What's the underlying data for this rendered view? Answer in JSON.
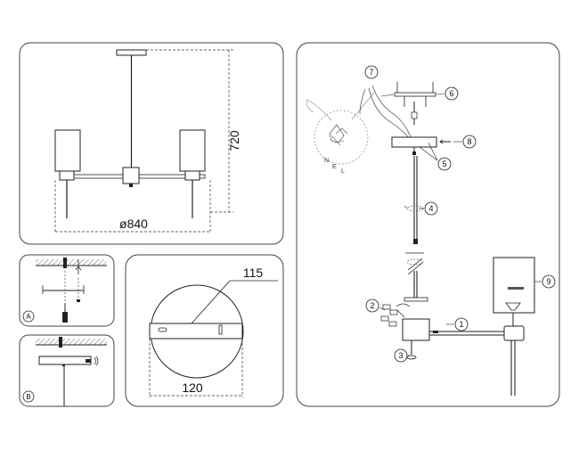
{
  "dimensions": {
    "overall_width": "ø840",
    "overall_height": "720",
    "plate_diameter": "120",
    "plate_depth": "115"
  },
  "step_labels": {
    "a": "A",
    "b": "B"
  },
  "callouts": [
    {
      "number": "1"
    },
    {
      "number": "2"
    },
    {
      "number": "3"
    },
    {
      "number": "4"
    },
    {
      "number": "5"
    },
    {
      "number": "6"
    },
    {
      "number": "7"
    },
    {
      "number": "8"
    },
    {
      "number": "9"
    }
  ],
  "wire_labels": [
    "N",
    "E",
    "L"
  ]
}
